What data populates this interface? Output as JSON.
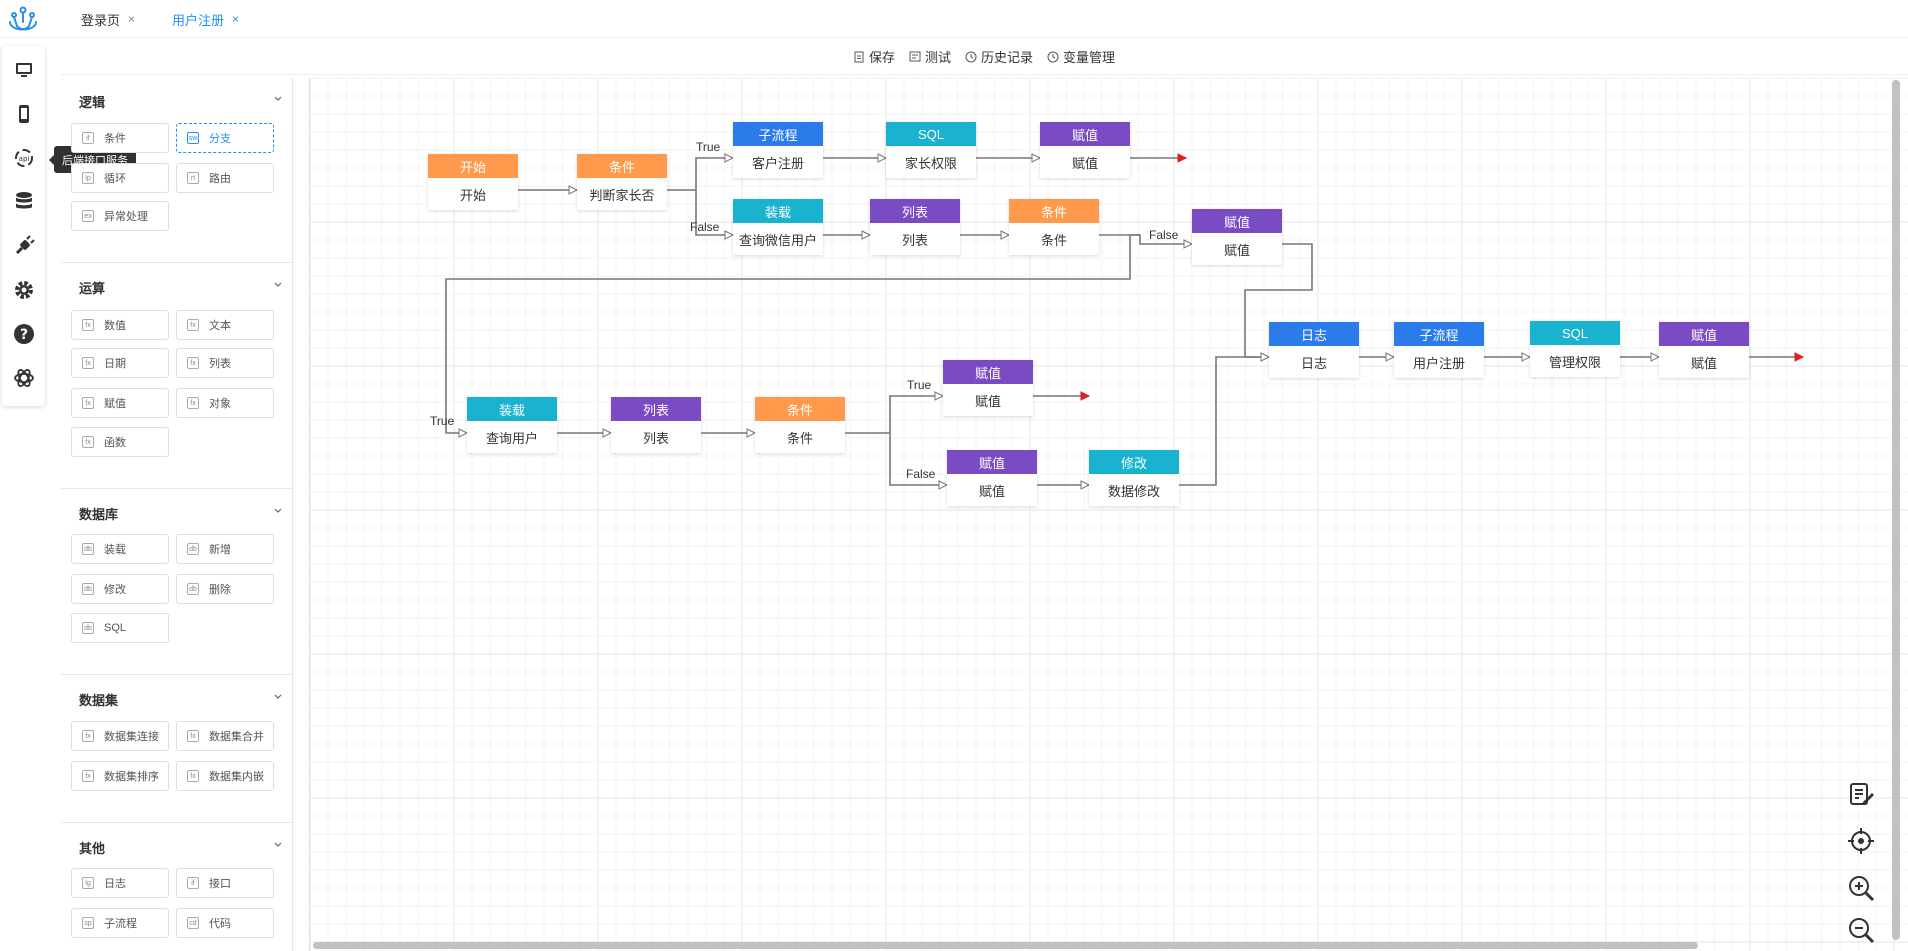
{
  "tabs": [
    {
      "label": "登录页",
      "active": false
    },
    {
      "label": "用户注册",
      "active": true
    }
  ],
  "tab_close": "×",
  "toolbar": {
    "save": "保存",
    "test": "测试",
    "history": "历史记录",
    "vars": "变量管理"
  },
  "rail": {
    "icons": [
      "monitor-icon",
      "mobile-icon",
      "api-service-icon",
      "database-icon",
      "plugin-icon",
      "settings-icon",
      "help-icon",
      "ai-icon"
    ],
    "tooltip": "后端接口服务"
  },
  "panel": {
    "sections": [
      {
        "title": "逻辑",
        "items": [
          "条件",
          "分支",
          "循环",
          "路由",
          "异常处理"
        ],
        "selected": "分支"
      },
      {
        "title": "运算",
        "items": [
          "数值",
          "文本",
          "日期",
          "列表",
          "赋值",
          "对象",
          "函数"
        ]
      },
      {
        "title": "数据库",
        "items": [
          "装载",
          "新增",
          "修改",
          "删除",
          "SQL"
        ]
      },
      {
        "title": "数据集",
        "items": [
          "数据集连接",
          "数据集合并",
          "数据集排序",
          "数据集内嵌"
        ]
      },
      {
        "title": "其他",
        "items": [
          "日志",
          "接口",
          "子流程",
          "代码"
        ]
      }
    ]
  },
  "colors": {
    "orange": "#ff9a4d",
    "blue": "#2b7bea",
    "cyan": "#1ab3cf",
    "purple": "#7a4bc2",
    "accent": "#1e90ff",
    "edge": "#777777",
    "arrow_end": "#e02020"
  },
  "flow": {
    "nodes": [
      {
        "header": "开始",
        "body": "开始",
        "color": "orange"
      },
      {
        "header": "条件",
        "body": "判断家长否",
        "color": "orange"
      },
      {
        "header": "子流程",
        "body": "客户注册",
        "color": "blue"
      },
      {
        "header": "SQL",
        "body": "家长权限",
        "color": "cyan"
      },
      {
        "header": "赋值",
        "body": "赋值",
        "color": "purple"
      },
      {
        "header": "装载",
        "body": "查询微信用户",
        "color": "cyan"
      },
      {
        "header": "列表",
        "body": "列表",
        "color": "purple"
      },
      {
        "header": "条件",
        "body": "条件",
        "color": "orange"
      },
      {
        "header": "赋值",
        "body": "赋值",
        "color": "purple"
      },
      {
        "header": "日志",
        "body": "日志",
        "color": "blue"
      },
      {
        "header": "子流程",
        "body": "用户注册",
        "color": "blue"
      },
      {
        "header": "SQL",
        "body": "管理权限",
        "color": "cyan"
      },
      {
        "header": "赋值",
        "body": "赋值",
        "color": "purple"
      },
      {
        "header": "装载",
        "body": "查询用户",
        "color": "cyan"
      },
      {
        "header": "列表",
        "body": "列表",
        "color": "purple"
      },
      {
        "header": "条件",
        "body": "条件",
        "color": "orange"
      },
      {
        "header": "赋值",
        "body": "赋值",
        "color": "purple"
      },
      {
        "header": "赋值",
        "body": "赋值",
        "color": "purple"
      },
      {
        "header": "修改",
        "body": "数据修改",
        "color": "cyan"
      }
    ],
    "labels": [
      "True",
      "False",
      "False",
      "True",
      "True",
      "False"
    ]
  },
  "canvas_controls": [
    "edit-note-icon",
    "locate-icon",
    "zoom-in-icon",
    "zoom-out-icon"
  ]
}
